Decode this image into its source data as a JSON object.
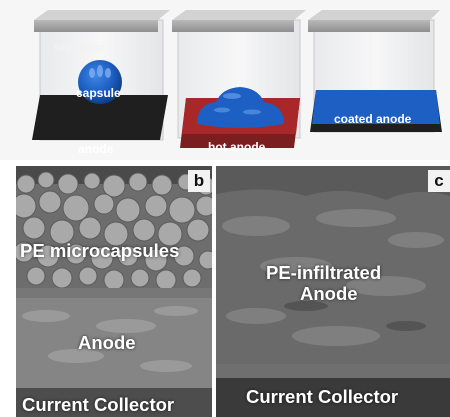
{
  "schematic": {
    "separator_label": "separator",
    "capsule_label": "capsule",
    "anode_label": "anode",
    "hot_anode_label": "hot anode",
    "coated_anode_label": "coated anode"
  },
  "panels": {
    "b": {
      "letter": "b",
      "top_label": "PE microcapsules",
      "mid_label": "Anode",
      "bottom_label": "Current Collector"
    },
    "c": {
      "letter": "c",
      "mid_label_line1": "PE-infiltrated",
      "mid_label_line2": "Anode",
      "bottom_label": "Current Collector"
    }
  },
  "colors": {
    "capsule_blue": "#1d5fc2",
    "hot_anode_red": "#a8282a",
    "anode_black": "#222222",
    "separator_gray": "#9c9c9c"
  }
}
